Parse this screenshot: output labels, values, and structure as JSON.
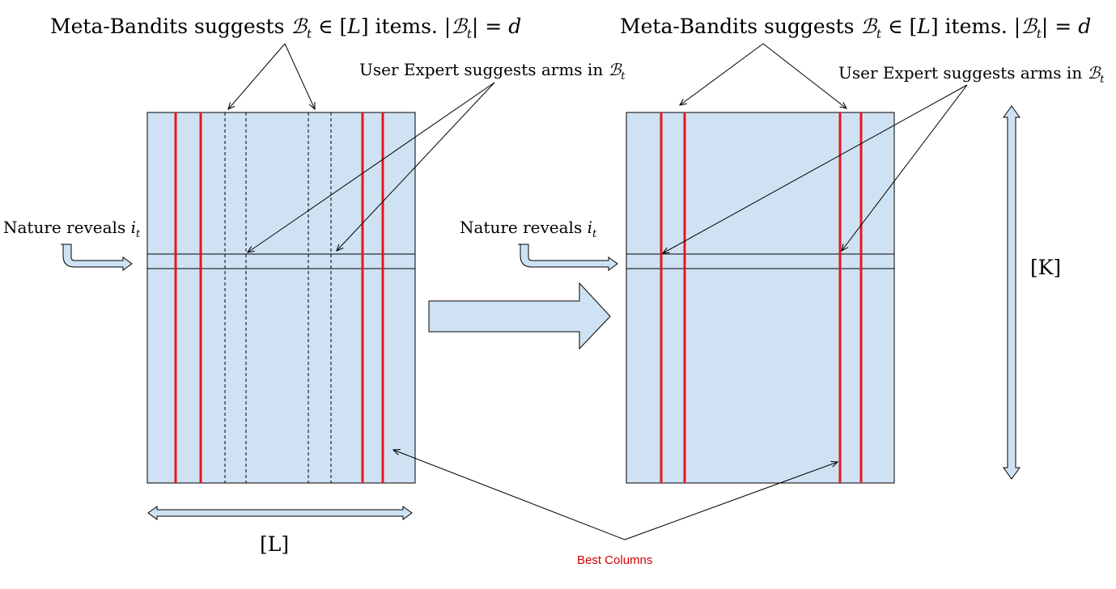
{
  "left_panel": {
    "title_prefix": "Meta-Bandits suggests ",
    "title_math": "ℬ",
    "title_sub": "t",
    "title_mid": " ∈ [",
    "title_L": "L",
    "title_suffix": "] items. |",
    "title_abs_math": "ℬ",
    "title_abs_sub": "t",
    "title_end": "| = ",
    "title_d": "d",
    "expert_text": "User Expert suggests arms in ",
    "expert_math": "ℬ",
    "expert_sub": "t",
    "nature_text": "Nature reveals ",
    "nature_math": "i",
    "nature_sub": "t",
    "axis_label": "[L]"
  },
  "right_panel": {
    "title_prefix": "Meta-Bandits suggests ",
    "title_math": "ℬ",
    "title_sub": "t",
    "title_mid": " ∈ [",
    "title_L": "L",
    "title_suffix": "] items. |",
    "title_abs_math": "ℬ",
    "title_abs_sub": "t",
    "title_end": "| = ",
    "title_d": "d",
    "expert_text": "User Expert suggests arms in ",
    "expert_math": "ℬ",
    "expert_sub": "t",
    "nature_text": "Nature reveals ",
    "nature_math": "i",
    "nature_sub": "t",
    "axis_label": "[K]"
  },
  "best_columns_label": "Best Columns",
  "colors": {
    "panel_fill": "#cfe2f3",
    "best_column": "#e8161b",
    "outline": "#000000",
    "best_label": "#d00000"
  }
}
